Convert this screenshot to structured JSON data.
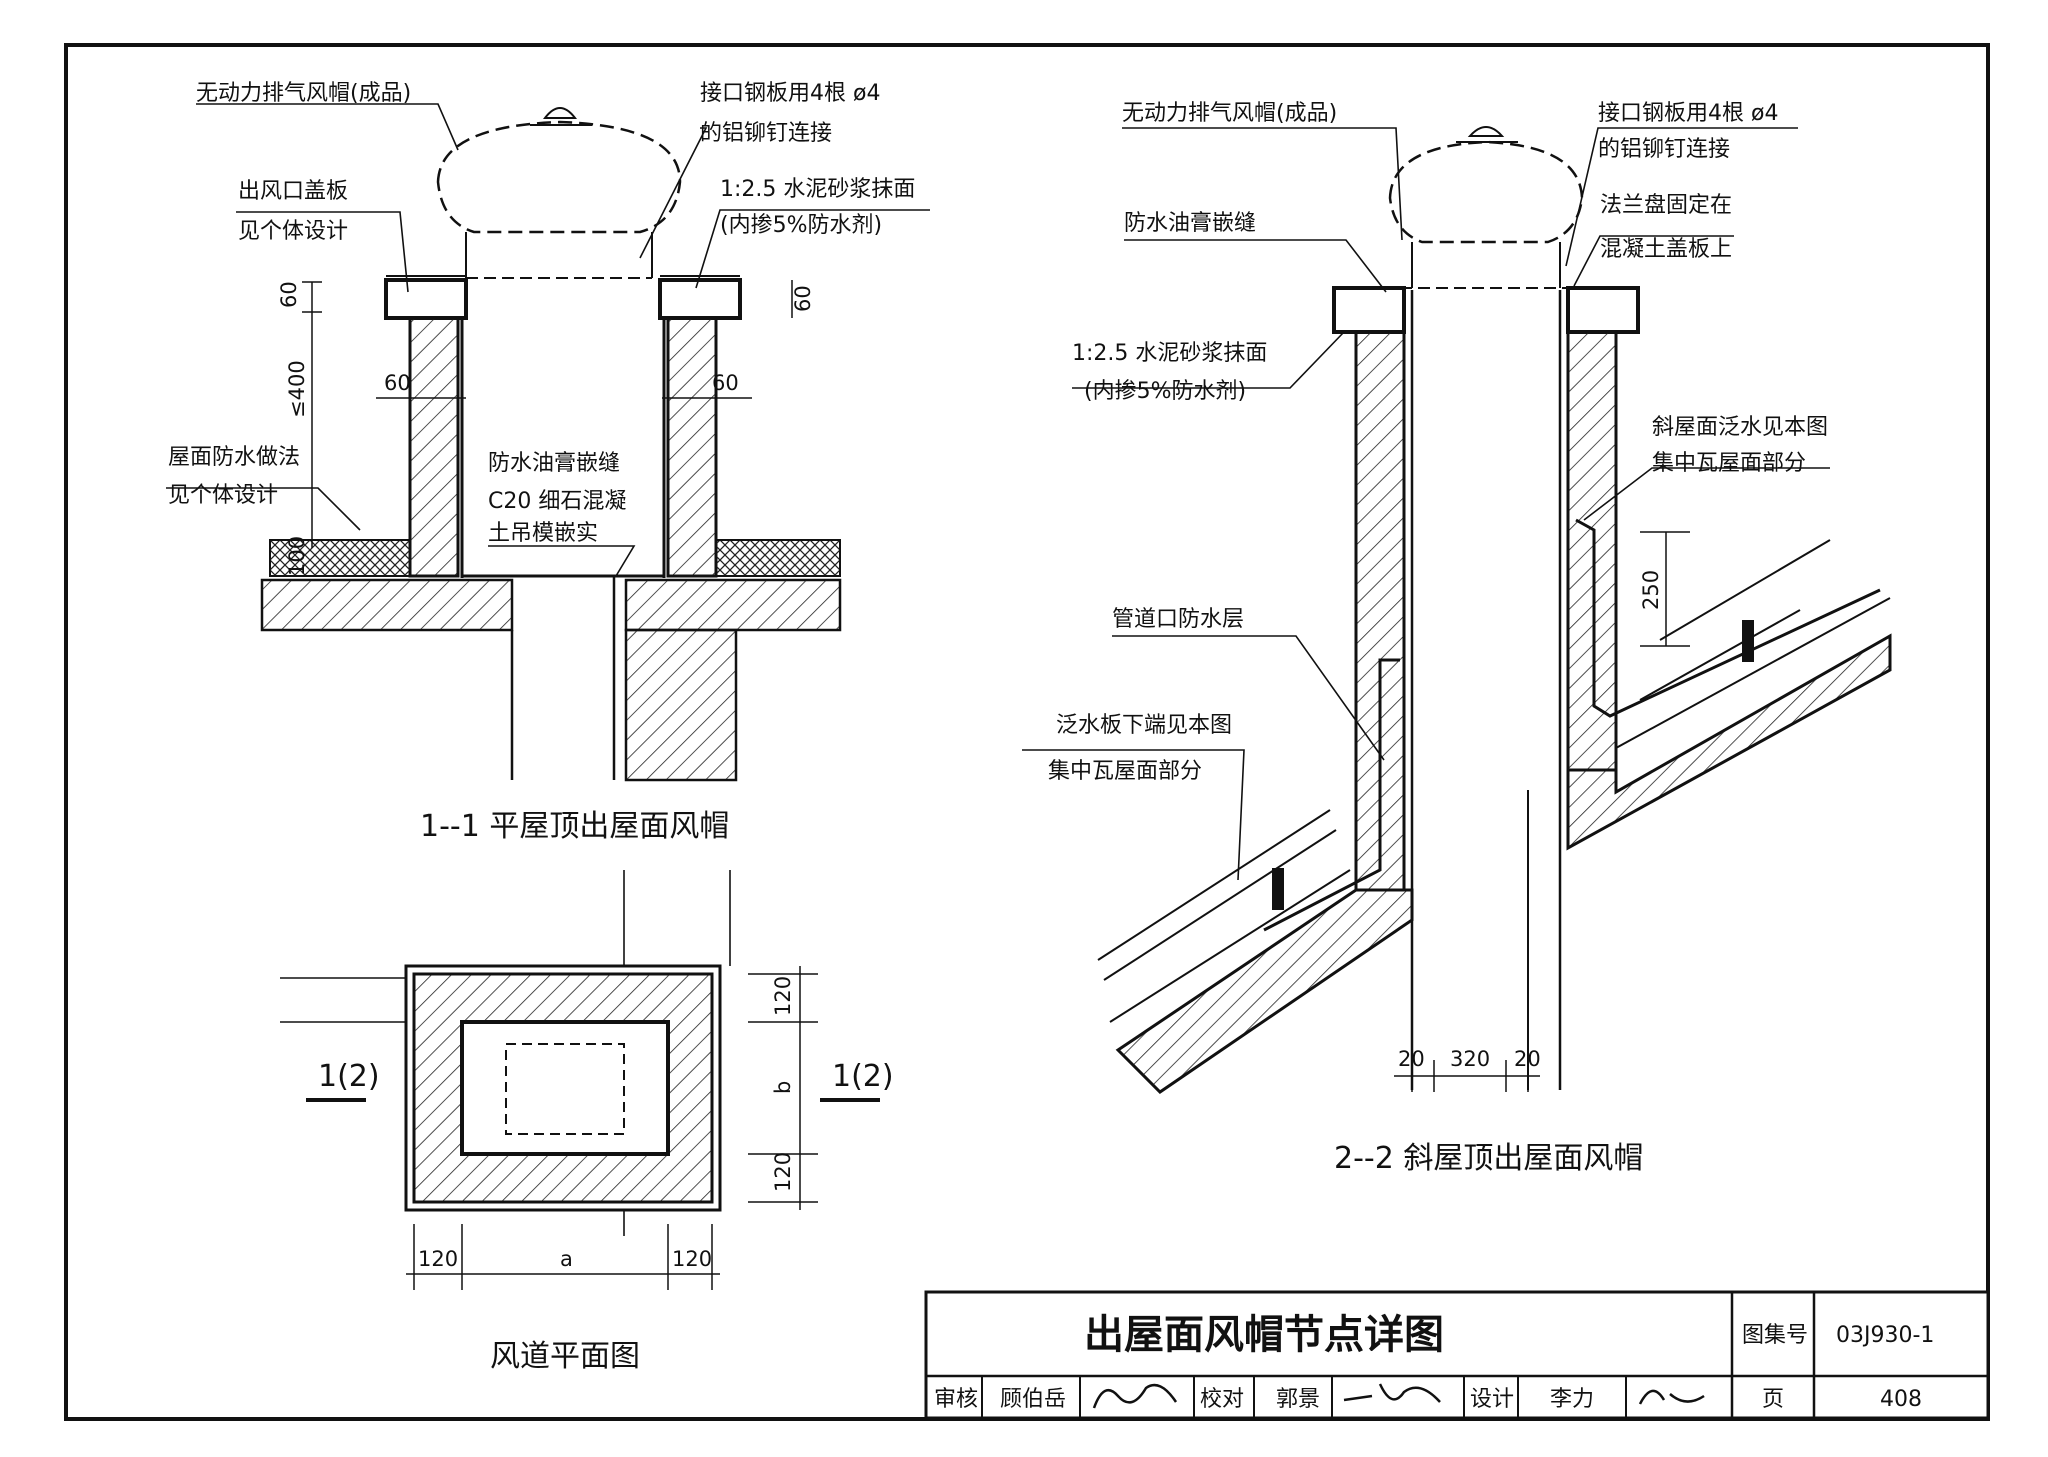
{
  "section_1": {
    "caption": "1--1 平屋顶出屋面风帽",
    "labels": {
      "cap_product": "无动力排气风帽(成品)",
      "rivet_line1": "接口钢板用4根 ø4",
      "rivet_line2": "的铝铆钉连接",
      "outlet_cover_line1": "出风口盖板",
      "outlet_cover_line2": "见个体设计",
      "mortar_line1": "1:2.5 水泥砂浆抹面",
      "mortar_line2": "(内掺5%防水剂)",
      "roof_wp_line1": "屋面防水做法",
      "roof_wp_line2": "见个体设计",
      "sealant": "防水油膏嵌缝",
      "concrete_line1": "C20 细石混凝",
      "concrete_line2": "土吊模嵌实"
    },
    "dims": {
      "d60_top_left": "60",
      "d400": "≤400",
      "d60_wall_left": "60",
      "d60_wall_right": "60",
      "d60_top_right": "60",
      "d100": "100"
    }
  },
  "plan": {
    "caption": "风道平面图",
    "section_mark_left": "1(2)",
    "section_mark_right": "1(2)",
    "dims": {
      "d120_top": "120",
      "b": "b",
      "d120_bottom": "120",
      "d120_left": "120",
      "a": "a",
      "d120_right": "120"
    }
  },
  "section_2": {
    "caption": "2--2 斜屋顶出屋面风帽",
    "labels": {
      "cap_product": "无动力排气风帽(成品)",
      "rivet_line1": "接口钢板用4根 ø4",
      "rivet_line2": "的铝铆钉连接",
      "flange_line1": "法兰盘固定在",
      "flange_line2": "混凝土盖板上",
      "sealant": "防水油膏嵌缝",
      "mortar_line1": "1:2.5 水泥砂浆抹面",
      "mortar_line2": "(内掺5%防水剂)",
      "flashing_right_line1": "斜屋面泛水见本图",
      "flashing_right_line2": "集中瓦屋面部分",
      "pipe_wp": "管道口防水层",
      "flashing_left_line1": "泛水板下端见本图",
      "flashing_left_line2": "集中瓦屋面部分"
    },
    "dims": {
      "d250": "250",
      "d20_left": "20",
      "d320": "320",
      "d20_right": "20"
    }
  },
  "title_block": {
    "title": "出屋面风帽节点详图",
    "atlas_label": "图集号",
    "atlas_no": "03J930-1",
    "review_label": "审核",
    "reviewer": "顾伯岳",
    "check_label": "校对",
    "checker": "郭景",
    "design_label": "设计",
    "designer": "李力",
    "page_label": "页",
    "page_no": "408"
  }
}
